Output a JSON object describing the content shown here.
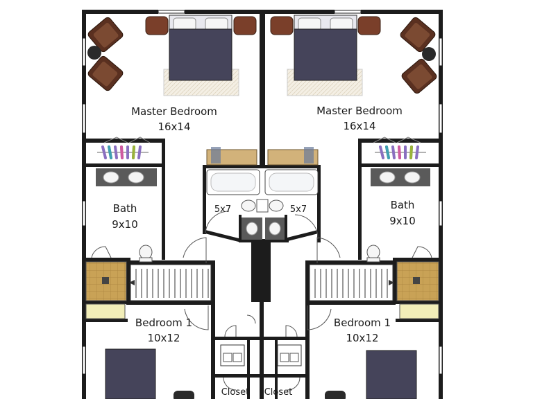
{
  "rooms": {
    "master_left": {
      "name": "Master Bedroom",
      "size": "16x14"
    },
    "master_right": {
      "name": "Master Bedroom",
      "size": "16x14"
    },
    "bath_left": {
      "name": "Bath",
      "size": "9x10"
    },
    "bath_right": {
      "name": "Bath",
      "size": "9x10"
    },
    "tub_left": {
      "size": "5x7"
    },
    "tub_right": {
      "size": "5x7"
    },
    "bedroom1_left": {
      "name": "Bedroom 1",
      "size": "10x12"
    },
    "bedroom1_right": {
      "name": "Bedroom 1",
      "size": "10x12"
    },
    "closet_left": {
      "name": "Closet"
    },
    "closet_right": {
      "name": "Closet"
    }
  },
  "colors": {
    "wall": "#1c1c1c",
    "bed": "#45445a",
    "nightstand": "#7a3f2a",
    "armchair": "#5a3020",
    "counter": "#5a5a5a",
    "tile": "#c9a256",
    "desk": "#d2b27a",
    "shelf": "#f2eeb8"
  }
}
